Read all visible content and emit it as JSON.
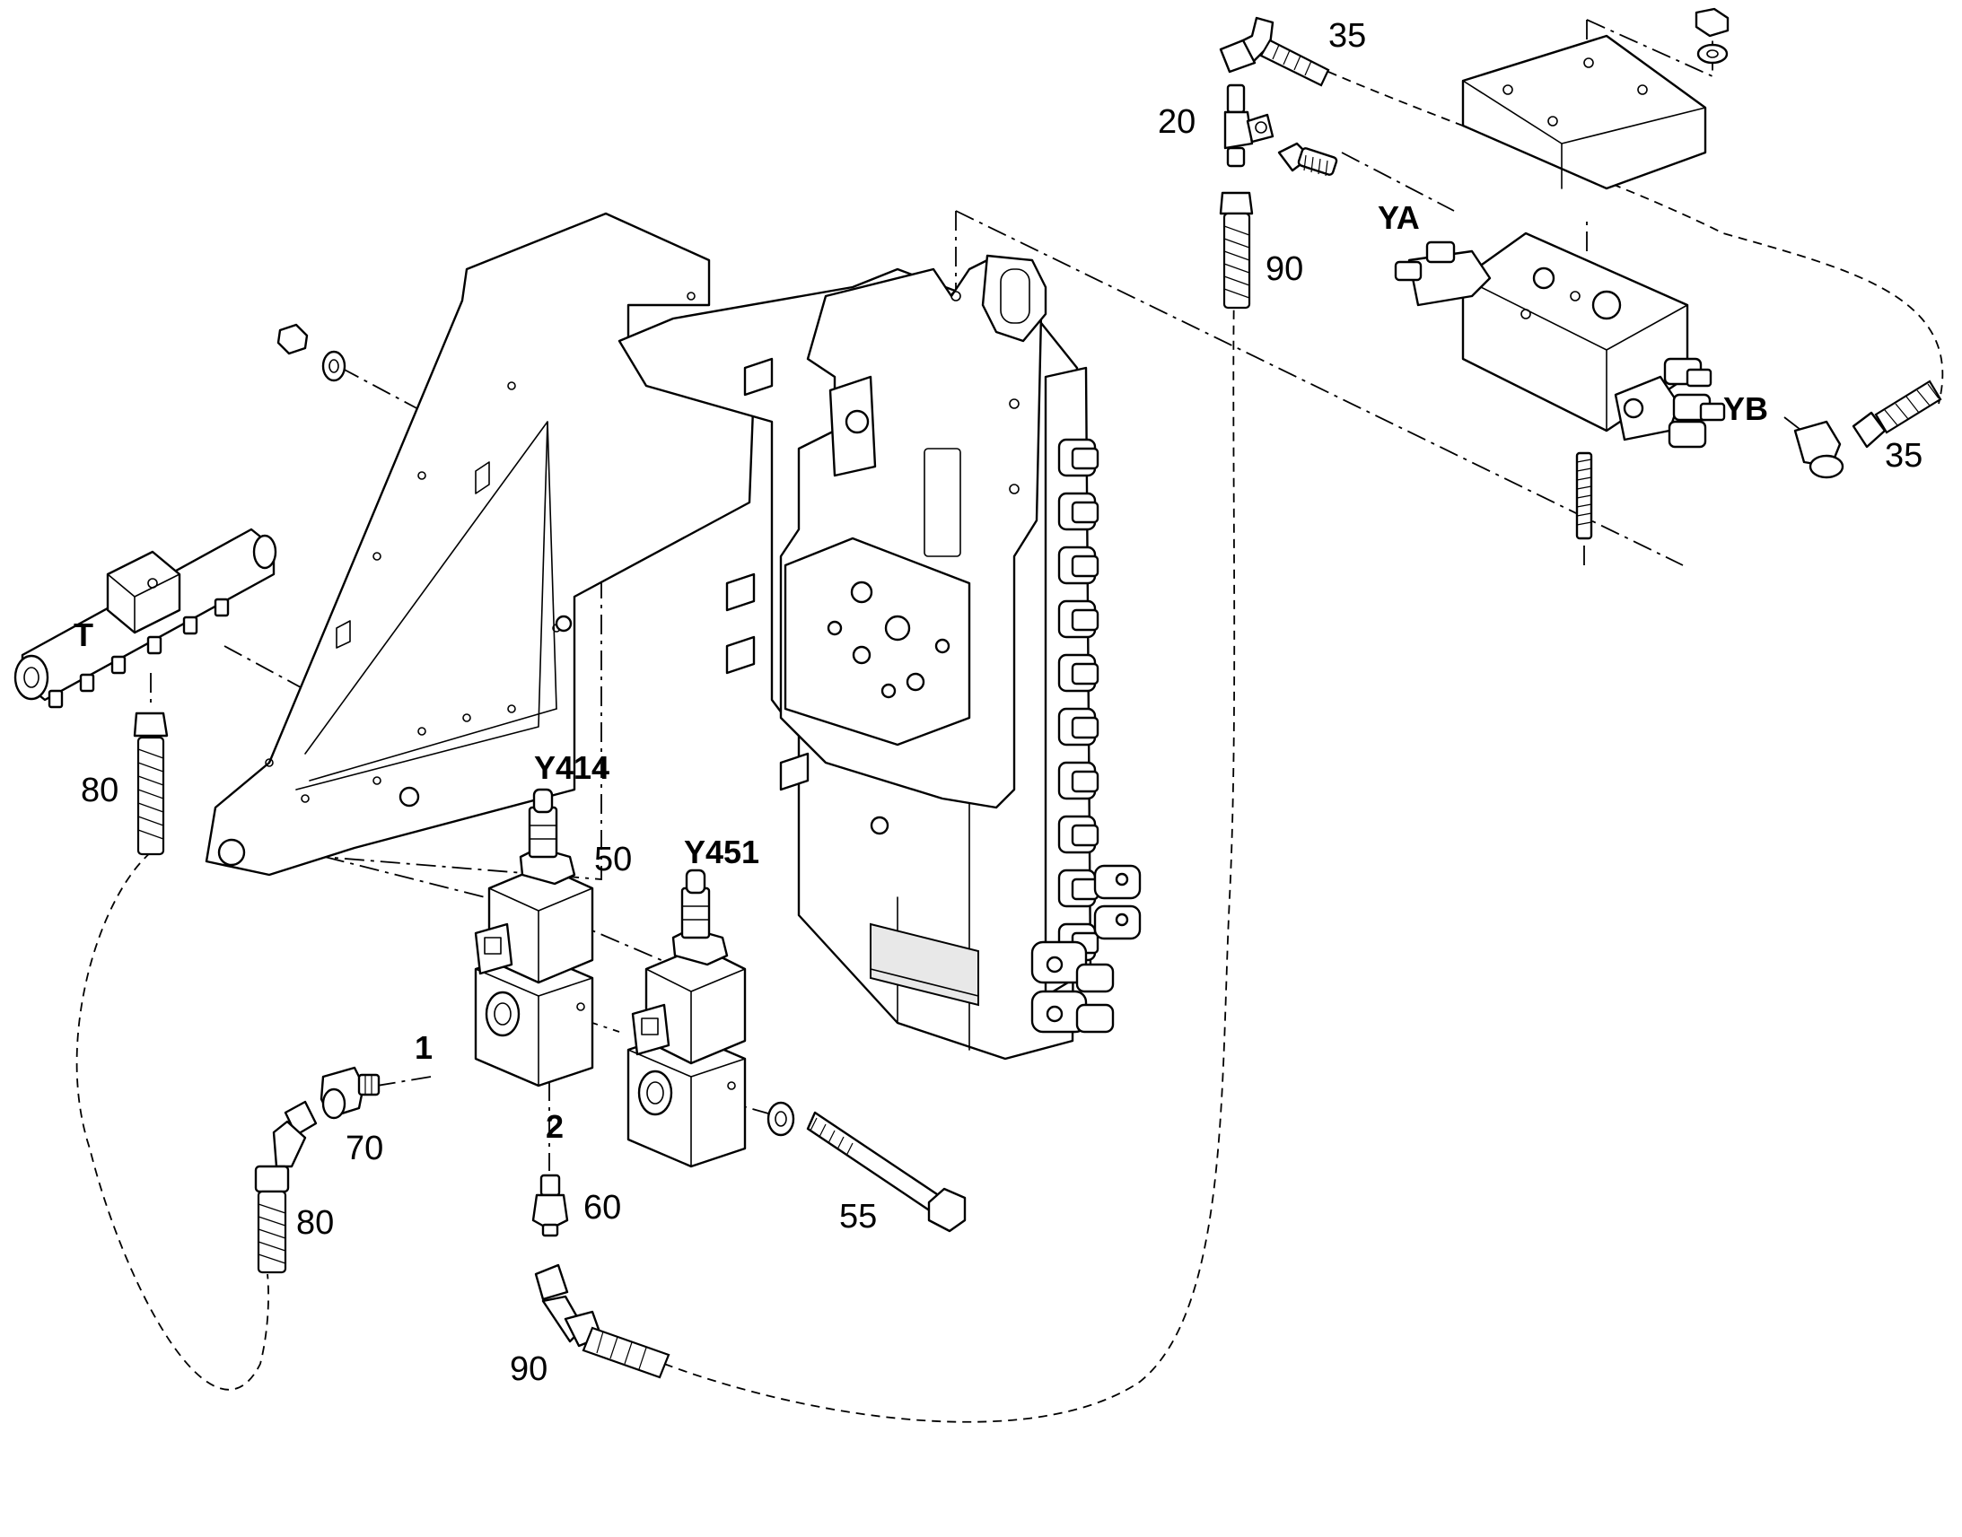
{
  "labels": {
    "p35_top": "35",
    "p20": "20",
    "p90_top": "90",
    "pYA": "YA",
    "pYB": "YB",
    "p35_right": "35",
    "pT": "T",
    "p80_left": "80",
    "pY414": "Y414",
    "p50": "50",
    "pY451": "Y451",
    "p1": "1",
    "p2": "2",
    "p70": "70",
    "p80_bottom": "80",
    "p60": "60",
    "p55": "55",
    "p90_bottom": "90"
  }
}
